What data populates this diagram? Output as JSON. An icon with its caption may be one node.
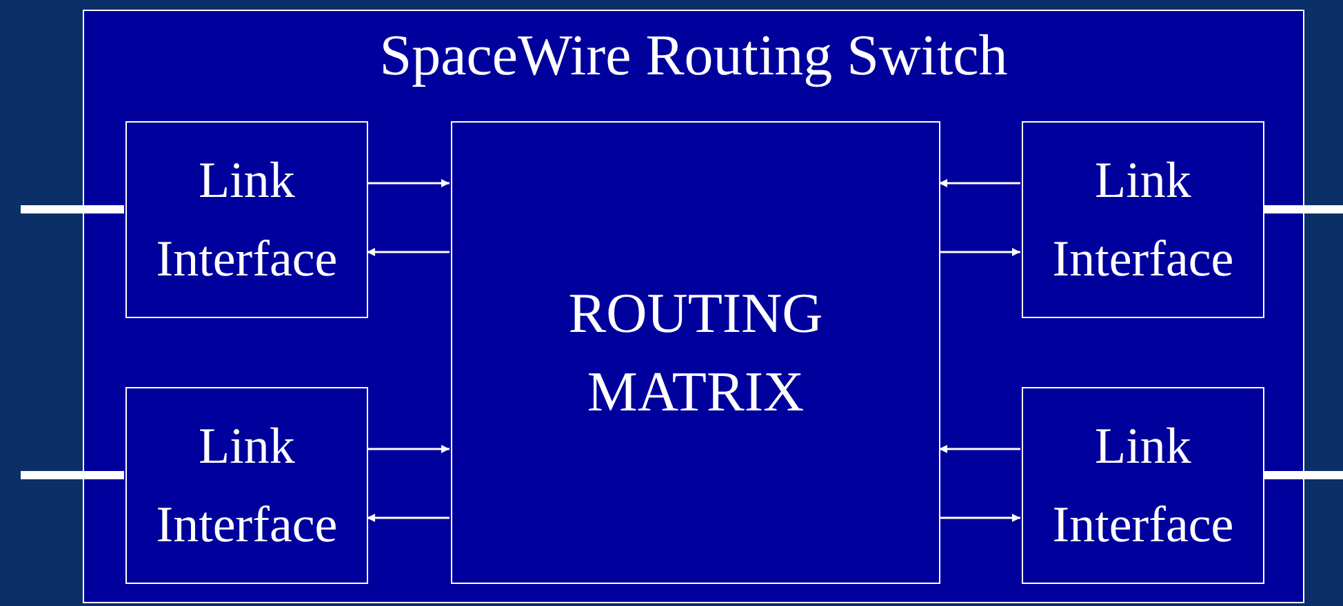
{
  "diagram": {
    "nodes": [
      {
        "text": [
          "SpaceWire Routing Switch"
        ]
      },
      {
        "text": [
          "Link Interface"
        ],
        "in": 0
      },
      {
        "text": [
          "ROUTING MATRIX"
        ],
        "in": 0
      },
      {
        "text": [
          "Link Interface"
        ],
        "in": 0
      },
      {
        "text": [
          "Link Interface"
        ],
        "in": 0
      },
      {
        "text": [
          "Link Interface"
        ],
        "in": 0
      }
    ],
    "edges": [
      {
        "from": 1,
        "to": 2,
        "arrow": "to"
      },
      {
        "from": 2,
        "to": 1,
        "arrow": "to"
      },
      {
        "from": 3,
        "to": 2,
        "arrow": "to"
      },
      {
        "from": 2,
        "to": 3,
        "arrow": "to"
      },
      {
        "from": 4,
        "to": 2,
        "arrow": "to"
      },
      {
        "from": 2,
        "to": 4,
        "arrow": "to"
      },
      {
        "from": 5,
        "to": 2,
        "arrow": "to"
      },
      {
        "from": 2,
        "to": 5,
        "arrow": "to"
      },
      {
        "from": null,
        "to": 1,
        "arrow": "none",
        "style": "thick"
      },
      {
        "from": null,
        "to": 4,
        "arrow": "none",
        "style": "thick"
      },
      {
        "from": 3,
        "to": null,
        "arrow": "none",
        "style": "thick"
      },
      {
        "from": 5,
        "to": null,
        "arrow": "none",
        "style": "thick"
      }
    ]
  }
}
